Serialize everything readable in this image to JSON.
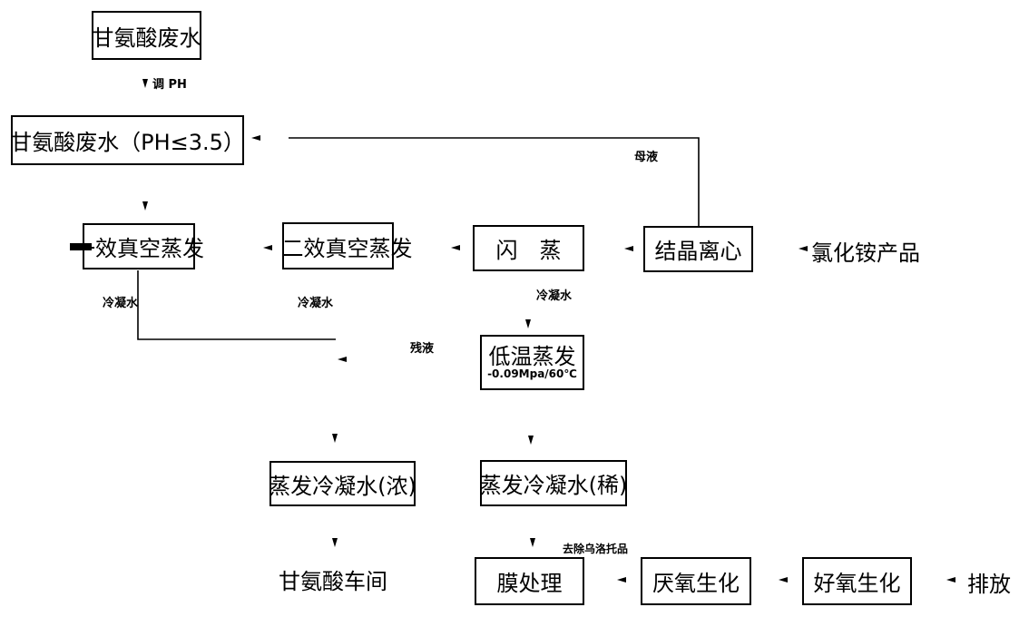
{
  "nodes": {
    "glycine_wastewater": "甘氨酸废水",
    "glycine_wastewater_ph": "甘氨酸废水（PH≤3.5）",
    "first_effect": "一效真空蒸发",
    "second_effect": "二效真空蒸发",
    "flash": "闪　蒸",
    "crystallize": "结晶离心",
    "ammonium_chloride": "氯化铵产品",
    "low_temp_evap": "低温蒸发",
    "low_temp_cond": "-0.09Mpa/60℃",
    "condensate_conc": "蒸发冷凝水(浓)",
    "condensate_dilute": "蒸发冷凝水(稀)",
    "glycine_workshop": "甘氨酸车间",
    "membrane": "膜处理",
    "anaerobic": "厌氧生化",
    "aerobic": "好氧生化",
    "discharge": "排放"
  },
  "edge_labels": {
    "adjust_ph": "调 PH",
    "mother_liquor": "母液",
    "condensate_1": "冷凝水",
    "condensate_2": "冷凝水",
    "condensate_3": "冷凝水",
    "residue": "残液",
    "remove_urotropine": "去除乌洛托品"
  }
}
